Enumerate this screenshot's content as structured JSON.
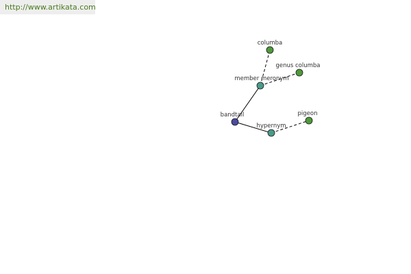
{
  "banner": {
    "url": "http://www.artikata.com"
  },
  "colors": {
    "solid_edge": "#000000",
    "dashed_edge": "#000000",
    "center_node": "#4a4aa0",
    "relation_node": "#4a9a8a",
    "leaf_node": "#4f9a3a",
    "node_stroke": "#1a1a1a"
  },
  "nodes": [
    {
      "id": "bandtail",
      "label": "bandtail",
      "kind": "center"
    },
    {
      "id": "member-meronym",
      "label": "member meronym",
      "kind": "relation"
    },
    {
      "id": "hypernym",
      "label": "hypernym",
      "kind": "relation"
    },
    {
      "id": "columba",
      "label": "columba",
      "kind": "leaf"
    },
    {
      "id": "genus-columba",
      "label": "genus columba",
      "kind": "leaf"
    },
    {
      "id": "pigeon",
      "label": "pigeon",
      "kind": "leaf"
    }
  ],
  "edges": [
    {
      "from": "bandtail",
      "to": "member-meronym",
      "style": "solid"
    },
    {
      "from": "bandtail",
      "to": "hypernym",
      "style": "solid"
    },
    {
      "from": "member-meronym",
      "to": "columba",
      "style": "dashed"
    },
    {
      "from": "member-meronym",
      "to": "genus-columba",
      "style": "dashed"
    },
    {
      "from": "hypernym",
      "to": "pigeon",
      "style": "dashed"
    }
  ]
}
